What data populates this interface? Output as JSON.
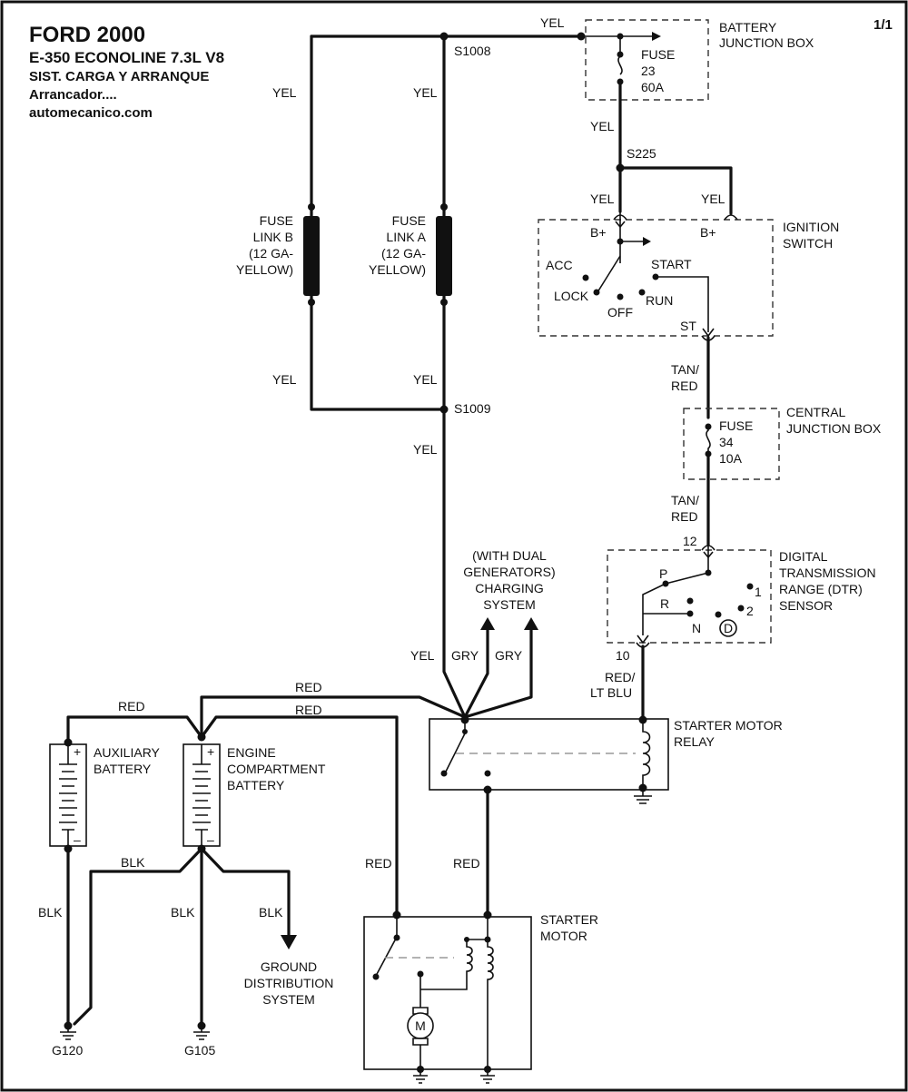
{
  "header": {
    "brand_year": "FORD 2000",
    "model": "E-350 ECONOLINE  7.3L  V8",
    "system": "SIST. CARGA Y ARRANQUE",
    "subtitle": "Arrancador....",
    "site": "automecanico.com",
    "page": "1/1"
  },
  "splices": {
    "s1008": "S1008",
    "s1009": "S1009",
    "s225": "S225"
  },
  "wire_colors": {
    "yel": "YEL",
    "gry": "GRY",
    "red": "RED",
    "blk": "BLK",
    "tan": "TAN/",
    "red_part": "RED",
    "red_lt": "RED/",
    "lt_blu": "LT BLU"
  },
  "fuse_links": {
    "b": [
      "FUSE",
      "LINK B",
      "(12 GA-",
      "YELLOW)"
    ],
    "a": [
      "FUSE",
      "LINK A",
      "(12 GA-",
      "YELLOW)"
    ]
  },
  "battery_jb": {
    "name": [
      "BATTERY",
      "JUNCTION BOX"
    ],
    "fuse": [
      "FUSE",
      "23",
      "60A"
    ]
  },
  "ignition": {
    "name": [
      "IGNITION",
      "SWITCH"
    ],
    "b_plus": "B+",
    "acc": "ACC",
    "lock": "LOCK",
    "off": "OFF",
    "run": "RUN",
    "start": "START",
    "st": "ST"
  },
  "central_jb": {
    "name": [
      "CENTRAL",
      "JUNCTION BOX"
    ],
    "fuse": [
      "FUSE",
      "34",
      "10A"
    ]
  },
  "dtr": {
    "name": [
      "DIGITAL",
      "TRANSMISSION",
      "RANGE (DTR)",
      "SENSOR"
    ],
    "pin_in": "12",
    "pin_out": "10",
    "p": "P",
    "r": "R",
    "n": "N",
    "d": "D",
    "one": "1",
    "two": "2"
  },
  "charging": [
    "(WITH DUAL",
    "GENERATORS)",
    "CHARGING",
    "SYSTEM"
  ],
  "relay": [
    "STARTER MOTOR",
    "RELAY"
  ],
  "aux_battery": [
    "AUXILIARY",
    "BATTERY"
  ],
  "engine_battery": [
    "ENGINE",
    "COMPARTMENT",
    "BATTERY"
  ],
  "ground_dist": [
    "GROUND",
    "DISTRIBUTION",
    "SYSTEM"
  ],
  "starter": {
    "name": [
      "STARTER",
      "MOTOR"
    ],
    "motor_symbol": "M"
  },
  "grounds": {
    "g120": "G120",
    "g105": "G105"
  },
  "battery_signs": {
    "plus": "+",
    "minus": "–"
  }
}
